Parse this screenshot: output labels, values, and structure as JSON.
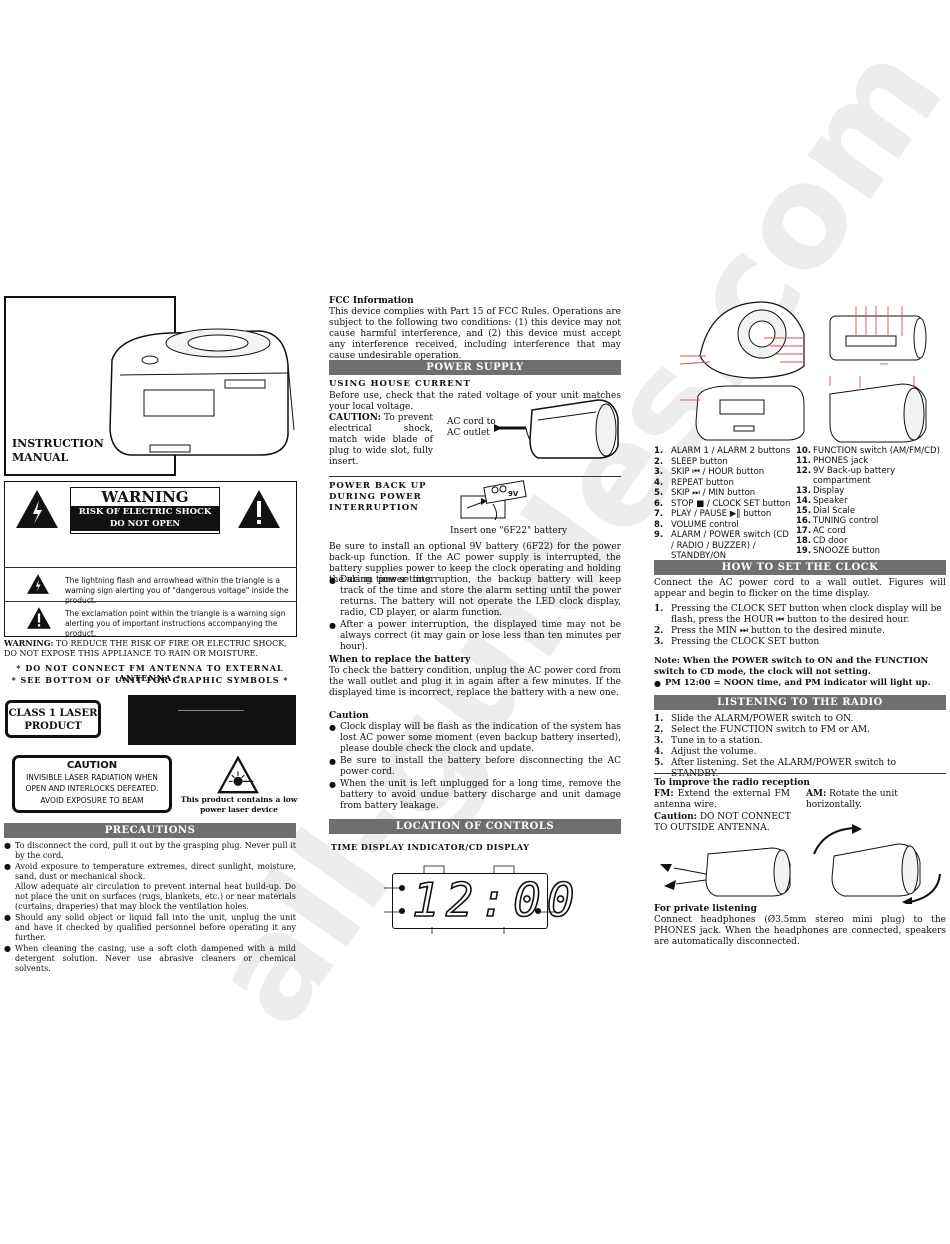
{
  "col1": {
    "cover_title_l1": "INSTRUCTION",
    "cover_title_l2": "MANUAL",
    "warning_title": "WARNING",
    "warning_sub1": "RISK OF ELECTRIC SHOCK",
    "warning_sub2": "DO NOT OPEN",
    "lightning_text": "The lightning flash and arrowhead within the triangle is a warning sign alerting you of \"dangerous voltage\" inside the product.",
    "exclaim_text": "The exclamation point within the triangle is a warning sign alerting you of important instructions accompanying the product.",
    "warning_label": "WARNING:",
    "warning_body": " TO REDUCE THE RISK OF FIRE OR ELECTRIC SHOCK, DO NOT EXPOSE THIS APPLIANCE TO RAIN OR MOISTURE.",
    "antenna_line": "*  DO NOT CONNECT FM ANTENNA TO EXTERNAL ANTENNA  *",
    "symbols_line": "*  SEE BOTTOM OF UNIT FOR GRAPHIC SYMBOLS  *",
    "laser_l1": "CLASS 1 LASER",
    "laser_l2": "PRODUCT",
    "caution_title": "CAUTION",
    "caution_l1": "INVISIBLE LASER RADIATION WHEN",
    "caution_l2": "OPEN AND INTERLOCKS DEFEATED.",
    "caution_l3": "AVOID EXPOSURE TO BEAM",
    "laser_note_l1": "This product contains a low",
    "laser_note_l2": "power laser device",
    "precautions_header": "PRECAUTIONS",
    "precautions": [
      "To disconnect the cord, pull it out by the grasping plug. Never pull it by the cord.",
      "Avoid exposure to temperature extremes, direct sunlight, moisture, sand, dust or mechanical shock.",
      "Should any solid object or liquid fall into the unit, unplug the unit and have it checked by qualified personnel before operating it any further.",
      "When cleaning the casing, use a soft cloth dampened with a mild detergent solution. Never use abrasive cleaners or chemical solvents."
    ],
    "precaution_air": "Allow adequate air circulation to prevent internal heat build-up. Do not place the unit on surfaces (rugs, blankets, etc.) or near materials (curtains, draperies) that may block the ventilation holes."
  },
  "col2": {
    "fcc_title": "FCC Information",
    "fcc_body": "This device complies with Part 15 of FCC Rules. Operations are subject to the following two conditions: (1) this device may not cause harmful interference, and (2) this device must accept any interference received, including interference that may cause undesirable operation.",
    "power_header": "POWER SUPPLY",
    "house_title": "USING HOUSE CURRENT",
    "house_body": "Before use, check that the rated voltage of your unit matches your local voltage.",
    "caution_label": "CAUTION:",
    "caution_body": " To prevent electrical shock, match wide blade of plug to wide slot, fully insert.",
    "ac_label_l1": "AC cord to",
    "ac_label_l2": "AC outlet",
    "backup_l1": "POWER BACK UP",
    "backup_l2": "DURING POWER",
    "backup_l3": "INTERRUPTION",
    "battery_label": "9V",
    "battery_caption": "Insert one \"6F22\" battery",
    "backup_body": "Be sure to install an optional 9V battery (6F22) for the power back-up function. If the AC power supply is interrupted, the battery supplies power to keep the clock operating and holding the alarm time setting.",
    "backup_bullets": [
      "During power interruption, the backup battery will keep track of the time and store the alarm setting until the power returns. The battery will not operate the LED clock display, radio, CD player, or alarm function.",
      "After a power interruption, the displayed time may not be always correct (it may gain or lose less than ten minutes per hour)."
    ],
    "replace_title": "When to replace the battery",
    "replace_body": "To check the battery condition, unplug the AC power cord from the wall outlet and plug it in again after a few minutes. If the displayed time is incorrect, replace the battery with a new one.",
    "caution2_title": "Caution",
    "caution2_bullets": [
      "Clock display will be flash as the indication of the system has lost AC power some moment (even backup battery inserted), please double check the clock and update.",
      "Be sure to install the battery before disconnecting the AC power cord.",
      "When the unit is left unplugged for a long time, remove the battery to avoid undue battery discharge and unit damage from battery leakage."
    ],
    "location_header": "LOCATION OF CONTROLS",
    "display_title": "TIME DISPLAY INDICATOR/CD DISPLAY",
    "display_digits": "12:00"
  },
  "col3": {
    "controls_left": [
      {
        "n": "1.",
        "t": "ALARM 1 / ALARM 2 buttons"
      },
      {
        "n": "2.",
        "t": "SLEEP button"
      },
      {
        "n": "3.",
        "t": "SKIP ⏮ / HOUR button"
      },
      {
        "n": "4.",
        "t": "REPEAT button"
      },
      {
        "n": "5.",
        "t": "SKIP ⏭ / MIN button"
      },
      {
        "n": "6.",
        "t": "STOP ■ / CLOCK SET button"
      },
      {
        "n": "7.",
        "t": "PLAY / PAUSE ▶‖ button"
      },
      {
        "n": "8.",
        "t": "VOLUME control"
      },
      {
        "n": "9.",
        "t": "ALARM / POWER switch (CD / RADIO / BUZZER) / STANDBY/ON"
      }
    ],
    "controls_right": [
      {
        "n": "10.",
        "t": "FUNCTION switch (AM/FM/CD)"
      },
      {
        "n": "11.",
        "t": "PHONES jack"
      },
      {
        "n": "12.",
        "t": "9V Back-up battery compartment"
      },
      {
        "n": "13.",
        "t": "Display"
      },
      {
        "n": "14.",
        "t": "Speaker"
      },
      {
        "n": "15.",
        "t": "Dial Scale"
      },
      {
        "n": "16.",
        "t": "TUNING control"
      },
      {
        "n": "17.",
        "t": "AC cord"
      },
      {
        "n": "18.",
        "t": "CD door"
      },
      {
        "n": "19.",
        "t": "SNOOZE button"
      }
    ],
    "clock_header": "HOW TO SET THE CLOCK",
    "clock_intro": "Connect the AC power cord to a wall outlet. Figures will appear and begin to flicker on the time display.",
    "clock_steps": [
      {
        "n": "1.",
        "t": "Pressing the CLOCK SET button when clock display will be flash, press the HOUR ⏮ button to the desired hour."
      },
      {
        "n": "2.",
        "t": "Press the MIN ⏭ button to the desired minute."
      },
      {
        "n": "3.",
        "t": "Pressing the CLOCK SET button"
      }
    ],
    "clock_note": "Note: When the POWER switch to ON and the FUNCTION switch to CD mode, the clock will not setting.",
    "clock_note2": "PM 12:00 = NOON time, and PM indicator will light up.",
    "radio_header": "LISTENING TO THE RADIO",
    "radio_steps": [
      {
        "n": "1.",
        "t": "Slide the ALARM/POWER switch to ON."
      },
      {
        "n": "2.",
        "t": "Select the FUNCTION switch to FM or AM."
      },
      {
        "n": "3.",
        "t": "Tune in to a station."
      },
      {
        "n": "4.",
        "t": "Adjust the volume."
      },
      {
        "n": "5.",
        "t": "After listening. Set the ALARM/POWER switch to STANDBY."
      }
    ],
    "improve_title": "To improve the radio reception",
    "fm_label": "FM:",
    "fm_body": " Extend the external FM antenna wire.",
    "am_label": "AM:",
    "am_body": " Rotate the unit horizontally.",
    "caution_label": "Caution:",
    "caution_body": " DO NOT CONNECT TO OUTSIDE ANTENNA.",
    "private_title": "For private listening",
    "private_body": "Connect headphones (Ø3.5mm stereo mini plug) to the PHONES jack. When the headphones are connected, speakers are automatically disconnected."
  },
  "watermark": "all-guides.com",
  "colors": {
    "header_bg": "#6f6f6f",
    "pointer_red": "#d9534f"
  }
}
